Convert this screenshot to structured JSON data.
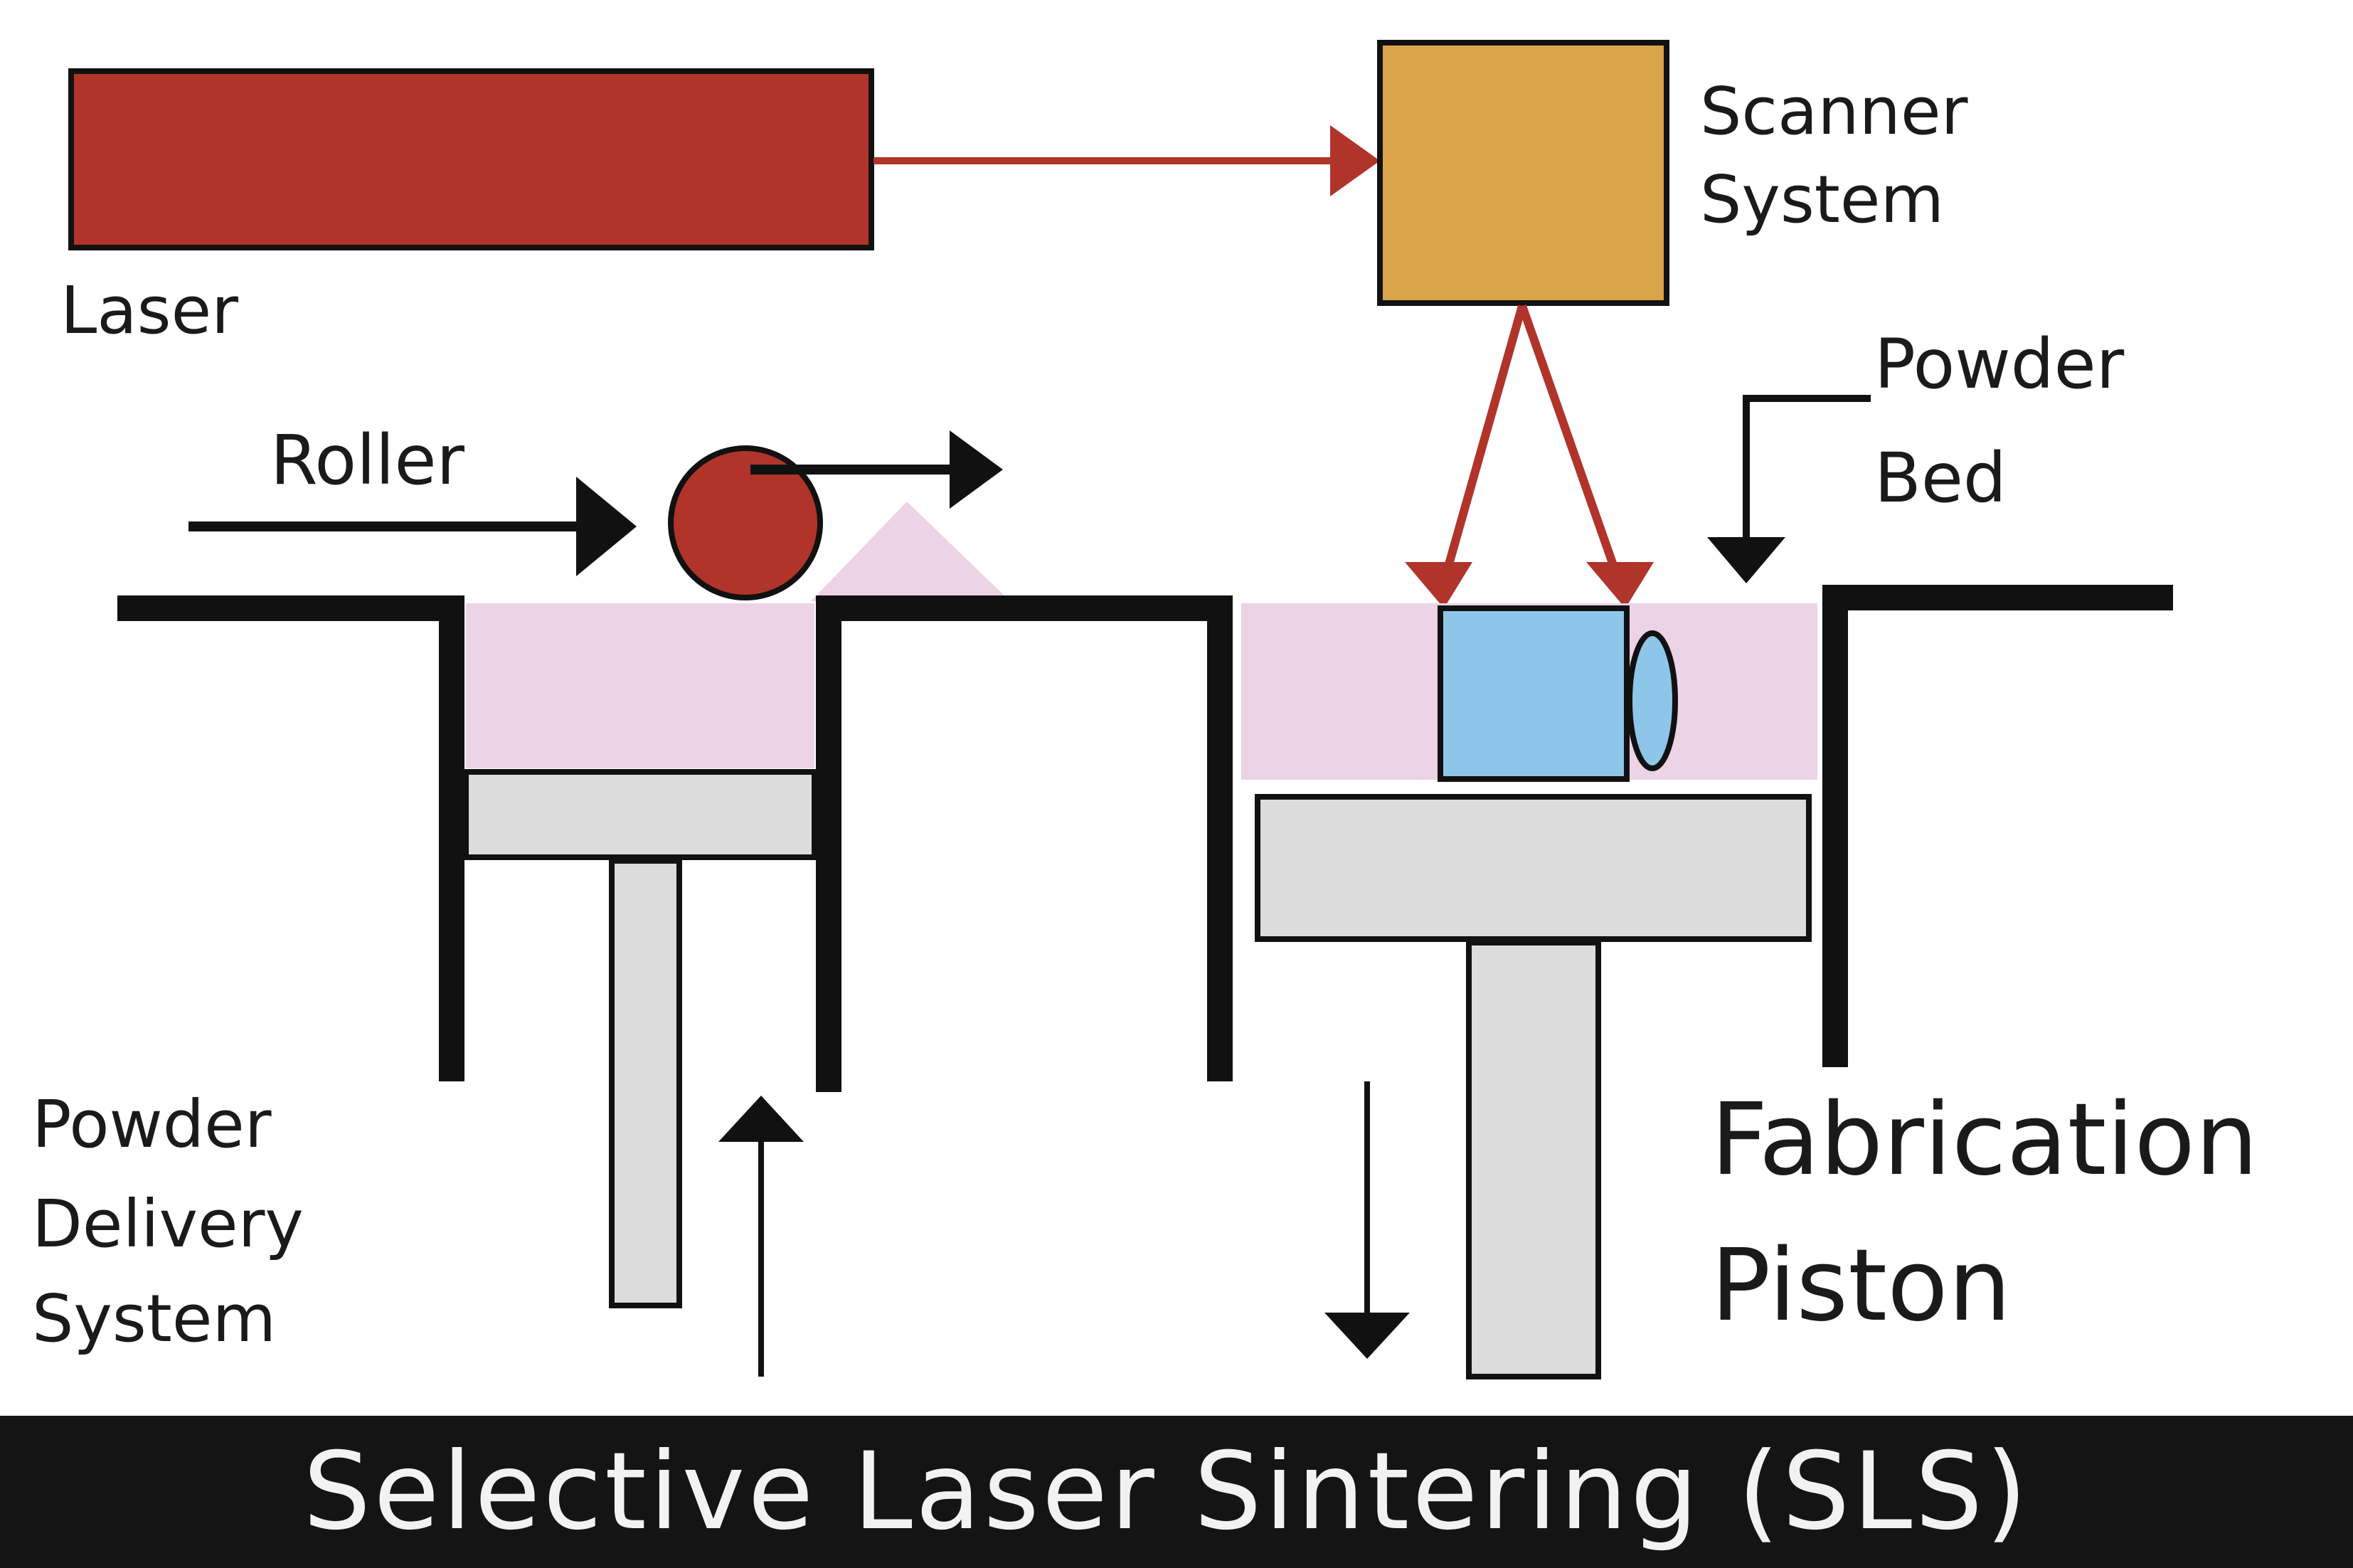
{
  "labels": {
    "laser": "Laser",
    "scanner_line1": "Scanner",
    "scanner_line2": "System",
    "roller": "Roller",
    "powder_bed_line1": "Powder",
    "powder_bed_line2": "Bed",
    "powder_delivery_line1": "Powder",
    "powder_delivery_line2": "Delivery",
    "powder_delivery_line3": "System",
    "fabrication_line1": "Fabrication",
    "fabrication_line2": "Piston"
  },
  "banner": {
    "title": "Selective Laser Sintering (SLS)"
  },
  "colors": {
    "laser": "#b0342a",
    "scanner": "#d9a44a",
    "powder": "#ecd3e6",
    "piston": "#dcdcdc",
    "part": "#8ec6ea",
    "beam": "#b0342a",
    "roller": "#b0342a",
    "banner": "#141414",
    "outline": "#111111"
  }
}
